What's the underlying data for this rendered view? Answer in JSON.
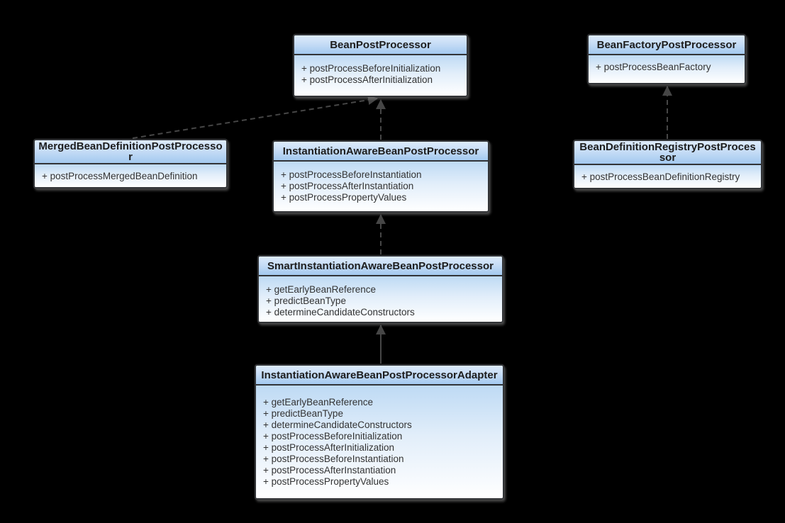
{
  "diagram_type": "uml-class-diagram",
  "colors": {
    "background": "#000000",
    "box_border": "#323437",
    "header_gradient_top": "#ddebfb",
    "header_gradient_bottom": "#a3c9ef",
    "body_gradient_top": "#bedaf4",
    "body_gradient_bottom": "#ffffff",
    "title_text": "#1d1d1d",
    "member_text": "#333333",
    "arrow": "#464646"
  },
  "classes": [
    {
      "name": "BeanPostProcessor",
      "members": [
        "+ postProcessBeforeInitialization",
        "+ postProcessAfterInitialization"
      ]
    },
    {
      "name": "BeanFactoryPostProcessor",
      "members": [
        "+ postProcessBeanFactory"
      ]
    },
    {
      "name": "MergedBeanDefinitionPostProcessor",
      "members": [
        "+ postProcessMergedBeanDefinition"
      ]
    },
    {
      "name": "InstantiationAwareBeanPostProcessor",
      "members": [
        "+ postProcessBeforeInstantiation",
        "+ postProcessAfterInstantiation",
        "+ postProcessPropertyValues"
      ]
    },
    {
      "name": "BeanDefinitionRegistryPostProcessor",
      "members": [
        "+ postProcessBeanDefinitionRegistry"
      ]
    },
    {
      "name": "SmartInstantiationAwareBeanPostProcessor",
      "members": [
        "+ getEarlyBeanReference",
        "+ predictBeanType",
        "+ determineCandidateConstructors"
      ]
    },
    {
      "name": "InstantiationAwareBeanPostProcessorAdapter",
      "members": [
        "+ getEarlyBeanReference",
        "+ predictBeanType",
        "+ determineCandidateConstructors",
        "+ postProcessBeforeInitialization",
        "+ postProcessAfterInitialization",
        "+ postProcessBeforeInstantiation",
        "+ postProcessAfterInstantiation",
        "+ postProcessPropertyValues"
      ]
    }
  ],
  "relations": [
    {
      "from": "MergedBeanDefinitionPostProcessor",
      "to": "BeanPostProcessor",
      "line": "dashed",
      "head": "filled-triangle"
    },
    {
      "from": "InstantiationAwareBeanPostProcessor",
      "to": "BeanPostProcessor",
      "line": "dashed",
      "head": "filled-triangle"
    },
    {
      "from": "BeanDefinitionRegistryPostProcessor",
      "to": "BeanFactoryPostProcessor",
      "line": "dashed",
      "head": "filled-triangle"
    },
    {
      "from": "SmartInstantiationAwareBeanPostProcessor",
      "to": "InstantiationAwareBeanPostProcessor",
      "line": "dashed",
      "head": "filled-triangle"
    },
    {
      "from": "InstantiationAwareBeanPostProcessorAdapter",
      "to": "SmartInstantiationAwareBeanPostProcessor",
      "line": "solid",
      "head": "filled-triangle"
    }
  ]
}
